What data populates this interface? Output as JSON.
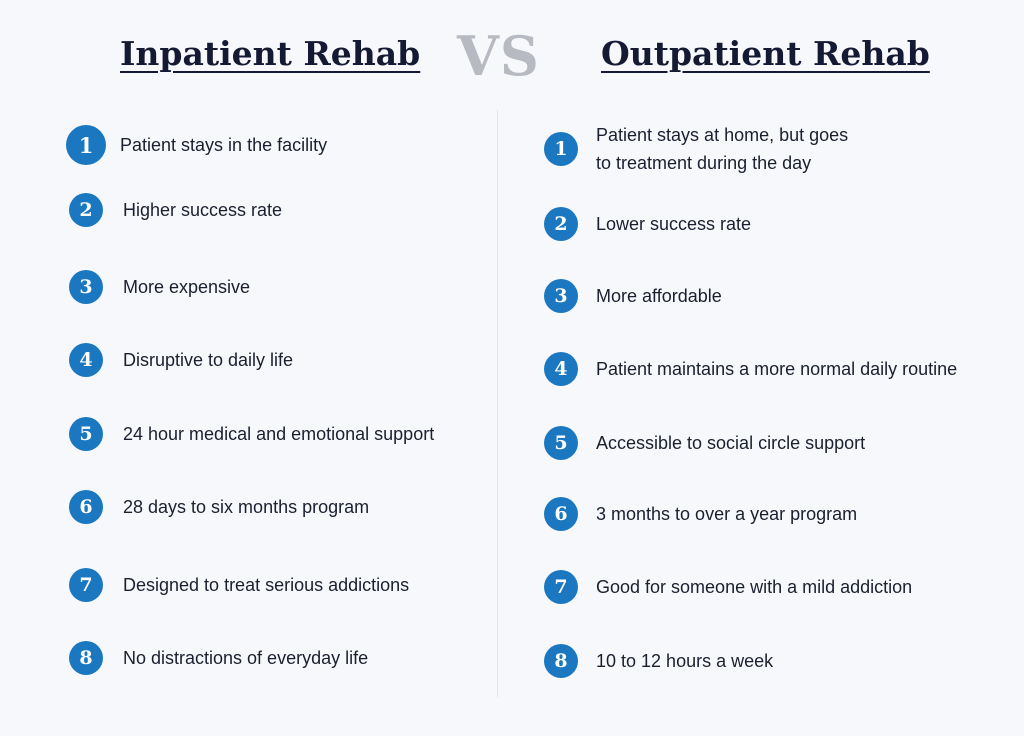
{
  "header": {
    "left_title": "Inpatient Rehab",
    "vs": "VS",
    "right_title": "Outpatient Rehab"
  },
  "colors": {
    "badge": "#1b78c0",
    "title": "#141a33",
    "vs": "#b7bac3",
    "background": "#f7f8fb"
  },
  "inpatient": {
    "items": [
      {
        "num": "1",
        "text": "Patient stays in the facility"
      },
      {
        "num": "2",
        "text": "Higher success rate"
      },
      {
        "num": "3",
        "text": "More expensive"
      },
      {
        "num": "4",
        "text": "Disruptive to daily life"
      },
      {
        "num": "5",
        "text": "24 hour medical and emotional support"
      },
      {
        "num": "6",
        "text": "28 days to six months program"
      },
      {
        "num": "7",
        "text": "Designed to treat serious addictions"
      },
      {
        "num": "8",
        "text": "No distractions of everyday life"
      }
    ]
  },
  "outpatient": {
    "items": [
      {
        "num": "1",
        "text": "Patient stays at home, but goes\nto treatment during the day"
      },
      {
        "num": "2",
        "text": "Lower success rate"
      },
      {
        "num": "3",
        "text": "More affordable"
      },
      {
        "num": "4",
        "text": "Patient maintains a more normal daily routine"
      },
      {
        "num": "5",
        "text": "Accessible to social circle support"
      },
      {
        "num": "6",
        "text": "3 months to over a year program"
      },
      {
        "num": "7",
        "text": "Good for someone with a mild addiction"
      },
      {
        "num": "8",
        "text": "10 to 12 hours a week"
      }
    ]
  }
}
